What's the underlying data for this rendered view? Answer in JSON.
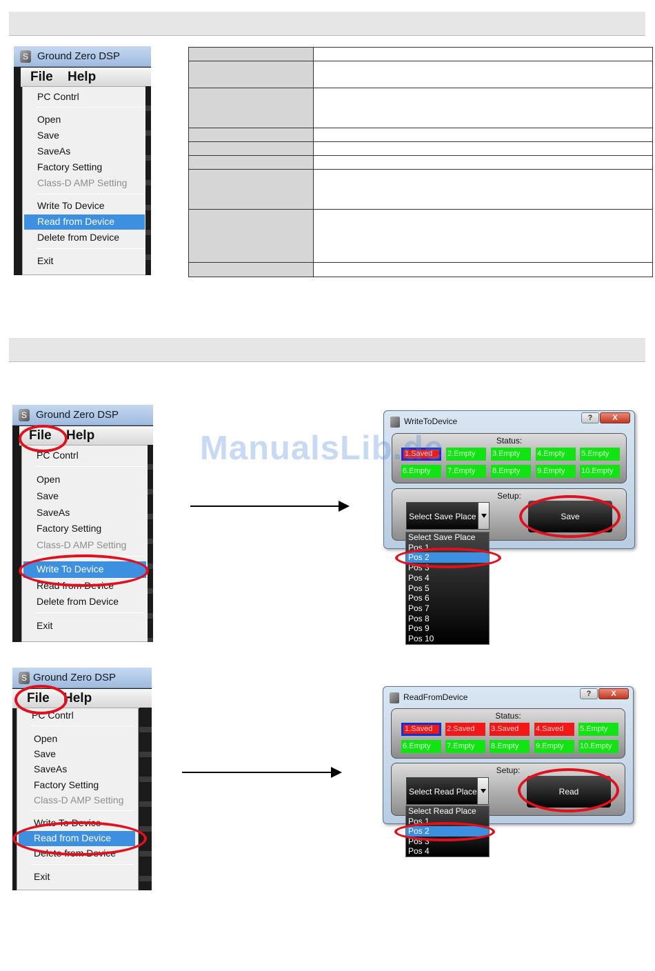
{
  "app": {
    "title": "Ground Zero DSP",
    "menu_file": "File",
    "menu_help": "Help",
    "items": {
      "pc_contrl": "PC Contrl",
      "open": "Open",
      "save": "Save",
      "saveas": "SaveAs",
      "factory": "Factory Setting",
      "classd": "Class-D AMP Setting",
      "write": "Write To Device",
      "read": "Read from Device",
      "delete": "Delete from Device",
      "exit": "Exit"
    }
  },
  "write_dialog": {
    "title": "WriteToDevice",
    "help_btn": "?",
    "close_btn": "X",
    "status_label": "Status:",
    "setup_label": "Setup:",
    "slots": [
      "1.Saved",
      "2.Empty",
      "3.Empty",
      "4.Empty",
      "5.Empty",
      "6.Empty",
      "7.Empty",
      "8.Empty",
      "9.Empty",
      "10.Empty"
    ],
    "select_text": "Select Save Place",
    "button": "Save",
    "options": [
      "Select Save Place",
      "Pos 1",
      "Pos 2",
      "Pos 3",
      "Pos 4",
      "Pos 5",
      "Pos 6",
      "Pos 7",
      "Pos 8",
      "Pos 9",
      "Pos 10"
    ],
    "highlighted_option": "Pos 2"
  },
  "read_dialog": {
    "title": "ReadFromDevice",
    "help_btn": "?",
    "close_btn": "X",
    "status_label": "Status:",
    "setup_label": "Setup:",
    "slots": [
      "1.Saved",
      "2.Saved",
      "3.Saved",
      "4.Saved",
      "5.Empty",
      "6.Empty",
      "7.Empty",
      "8.Empty",
      "9.Empty",
      "10.Empty"
    ],
    "select_text": "Select Read Place",
    "button": "Read",
    "options": [
      "Select Read Place",
      "Pos 1",
      "Pos 2",
      "Pos 3",
      "Pos 4"
    ],
    "highlighted_option": "Pos 2"
  },
  "watermark": "ManualsLib.de",
  "colors": {
    "menu_highlight": "#3d8fe0",
    "annotation_ring": "#e0101e",
    "slot_saved": "#f21818",
    "slot_empty": "#12e312"
  }
}
